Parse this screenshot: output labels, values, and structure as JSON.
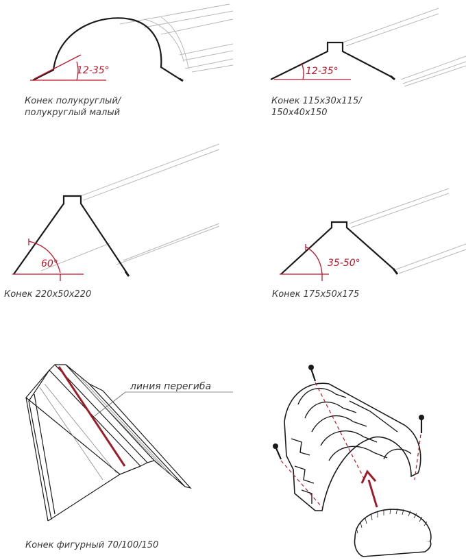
{
  "diagrams": [
    {
      "id": "semicircular",
      "caption_line1": "Конек полукруглый/",
      "caption_line2": "полукруглый малый",
      "angle_label": "12-35°"
    },
    {
      "id": "ridge-115",
      "caption_line1": "Конек 115х30х115/",
      "caption_line2": "150х40х150",
      "angle_label": "12-35°"
    },
    {
      "id": "ridge-220",
      "caption_line1": "Конек 220х50х220",
      "angle_label": "60°"
    },
    {
      "id": "ridge-175",
      "caption_line1": "Конек 175х50х175",
      "angle_label": "35-50°"
    },
    {
      "id": "figured",
      "caption_line1": "Конек фигурный 70/100/150",
      "callout_label": "линия перегиба"
    },
    {
      "id": "installation"
    }
  ],
  "colors": {
    "accent_red": "#c0152a",
    "bend_line": "#9e1b2a",
    "line": "#1a1a1a",
    "faint": "#b5b5b5",
    "caption": "#3a3a3a"
  }
}
